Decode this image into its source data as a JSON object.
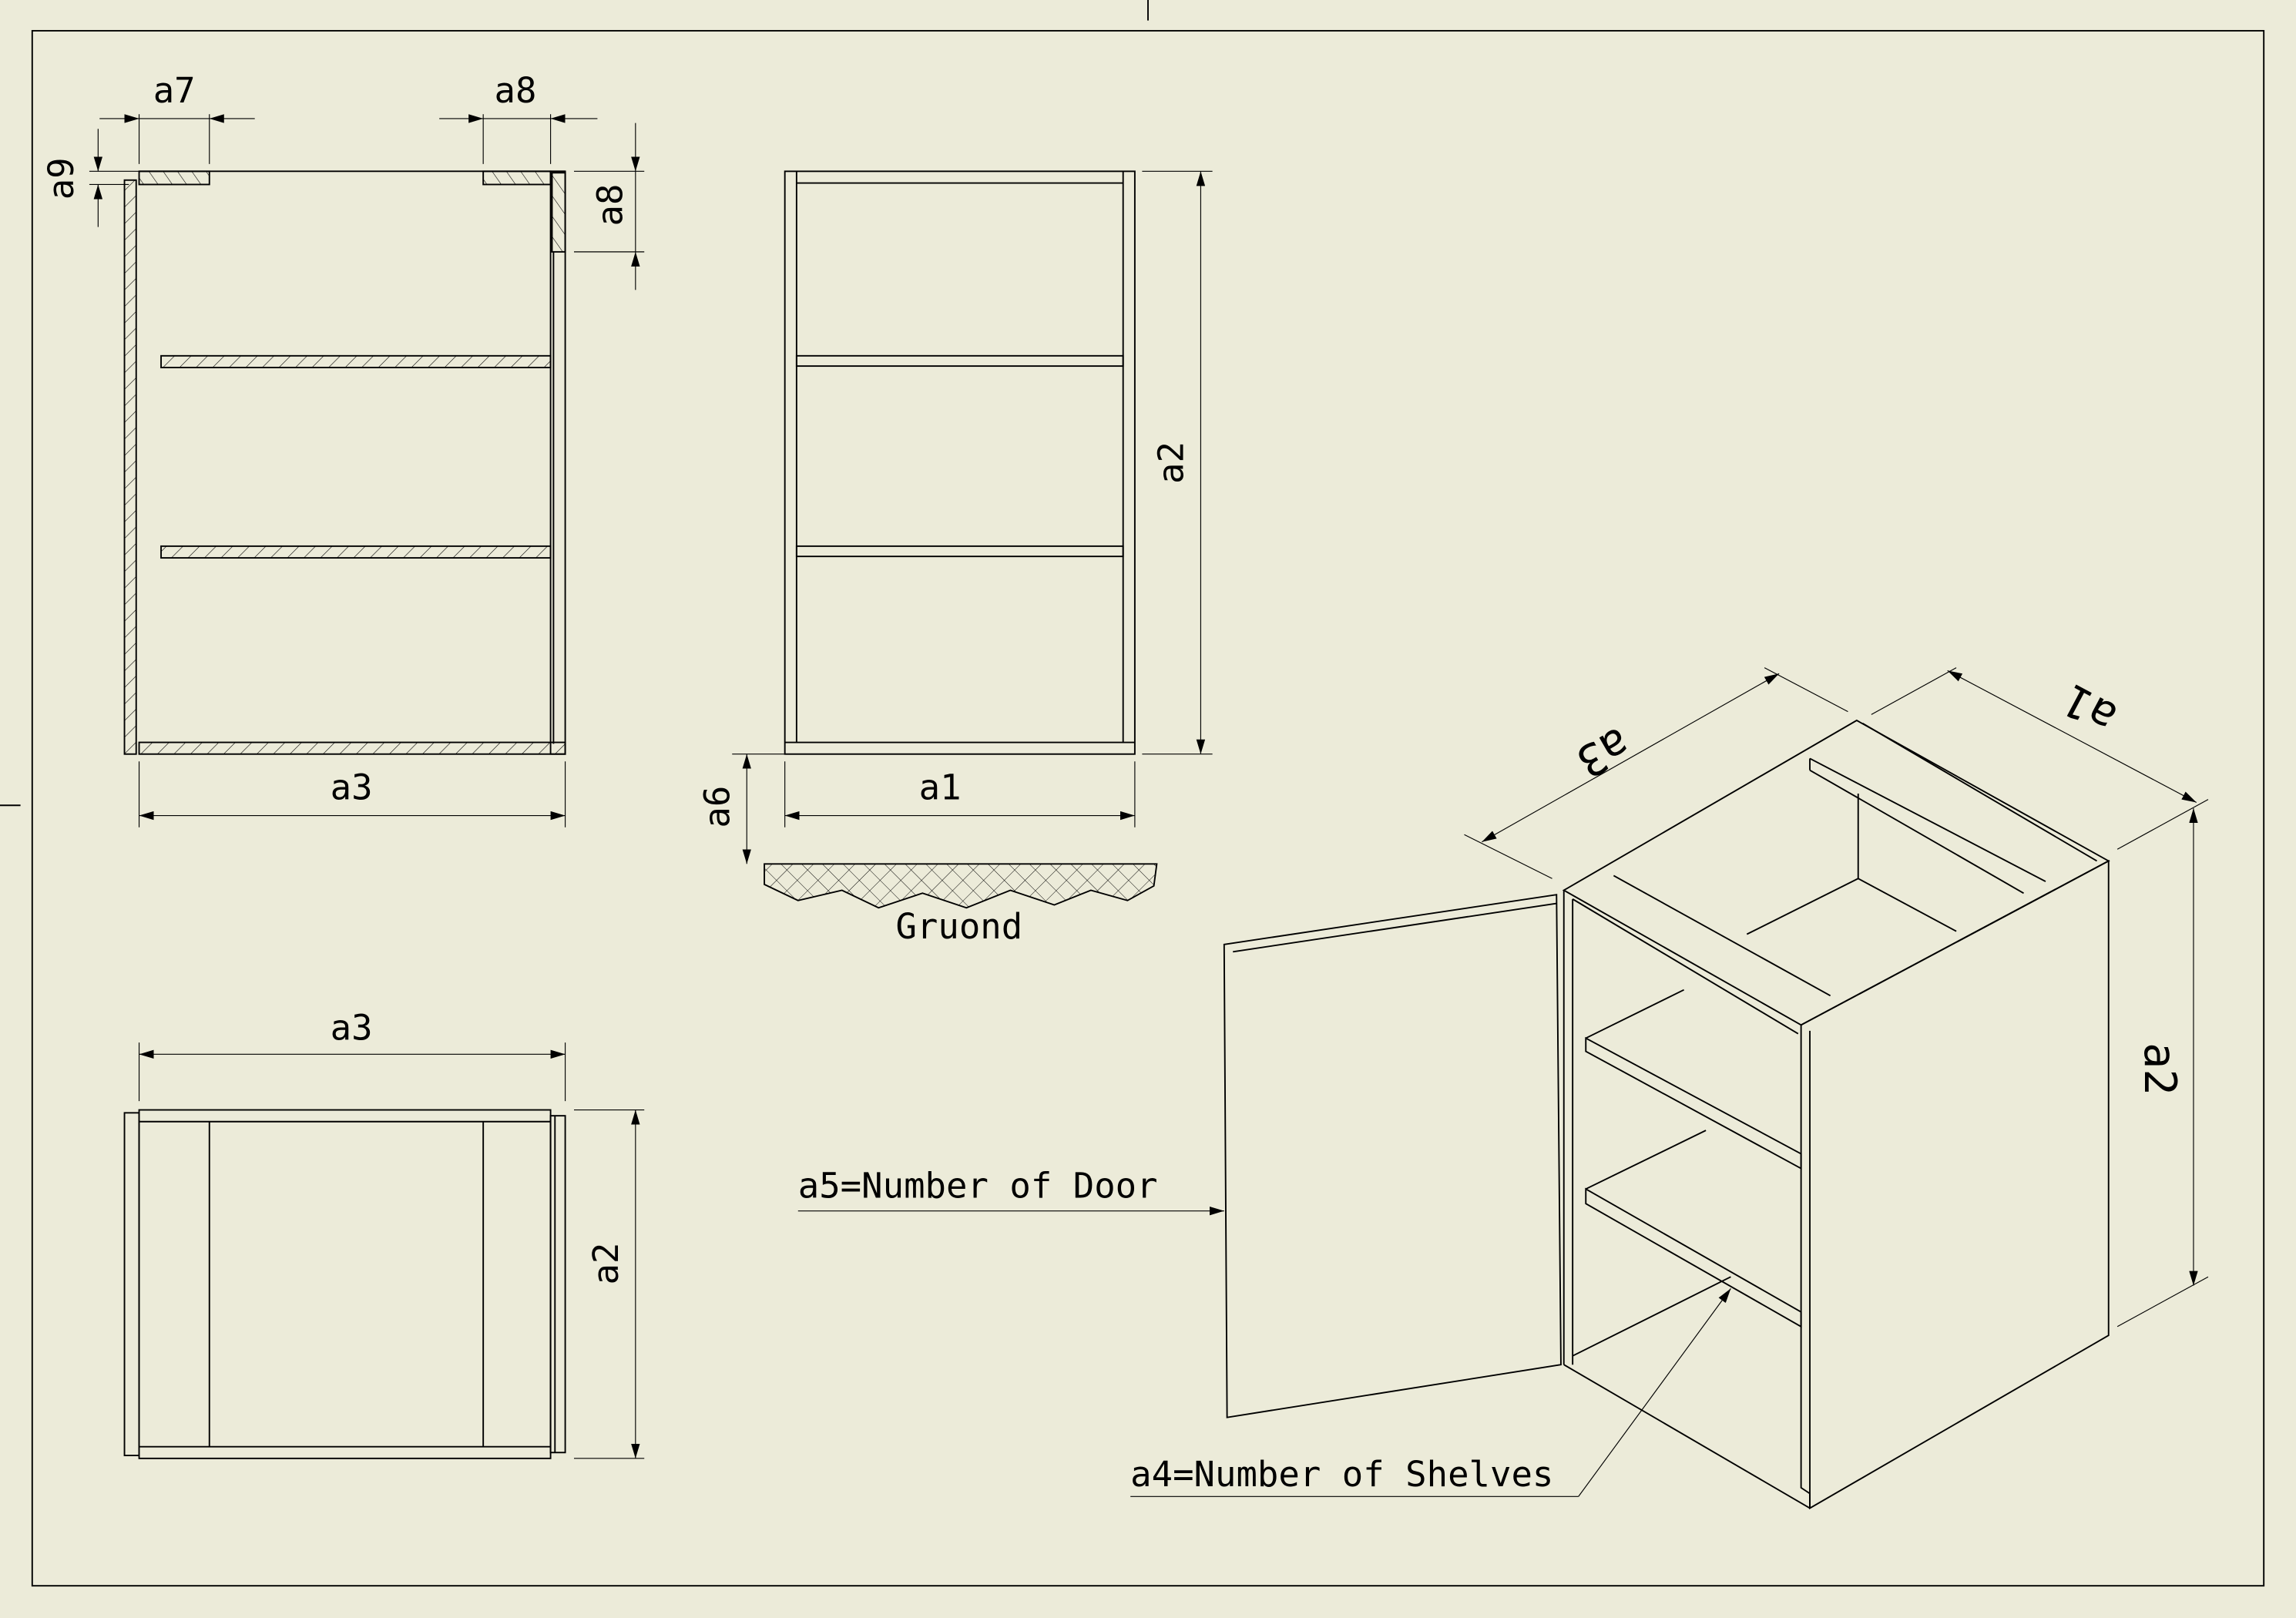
{
  "colors": {
    "background": "#ECEBD9",
    "line": "#000000"
  },
  "section_view": {
    "dims": {
      "a7": "a7",
      "a8_top": "a8",
      "a9": "a9",
      "a8_side": "a8",
      "a3": "a3"
    }
  },
  "front_view": {
    "dims": {
      "a2": "a2",
      "a1": "a1",
      "a6": "a6"
    },
    "ground_label": "Gruond"
  },
  "top_view": {
    "dims": {
      "a3": "a3",
      "a2": "a2"
    }
  },
  "iso_view": {
    "dims": {
      "a3": "a3",
      "a1": "a1",
      "a2": "a2"
    },
    "notes": {
      "door": "a5=Number of Door",
      "shelves": "a4=Number of Shelves"
    }
  }
}
